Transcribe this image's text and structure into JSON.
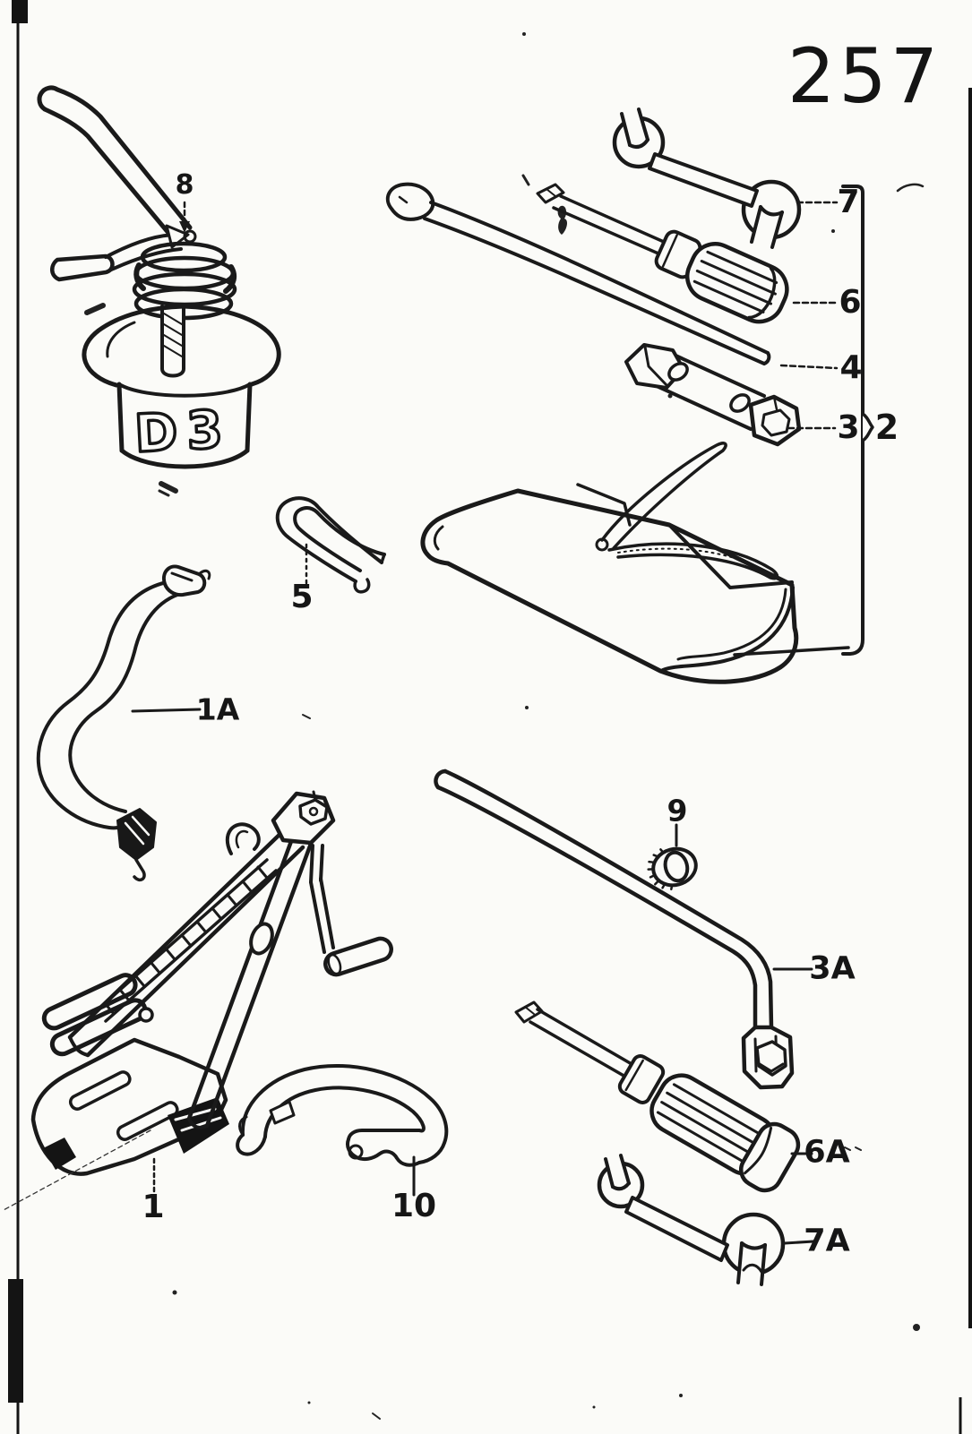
{
  "page": {
    "number": "257"
  },
  "drawing": {
    "oil_can_marking": "D3"
  },
  "labels": {
    "jack": "1",
    "strap": "1A",
    "tool_bag": "2",
    "box_spanner": "3",
    "wheel_bolt_wrench": "3A",
    "tyre_lever": "4",
    "clip": "5",
    "screwdriver": "6",
    "screwdriver_alt": "6A",
    "open_end_wrench": "7",
    "open_end_wrench_alt": "7A",
    "oil_can": "8",
    "nut": "9",
    "spring_clip": "10"
  }
}
